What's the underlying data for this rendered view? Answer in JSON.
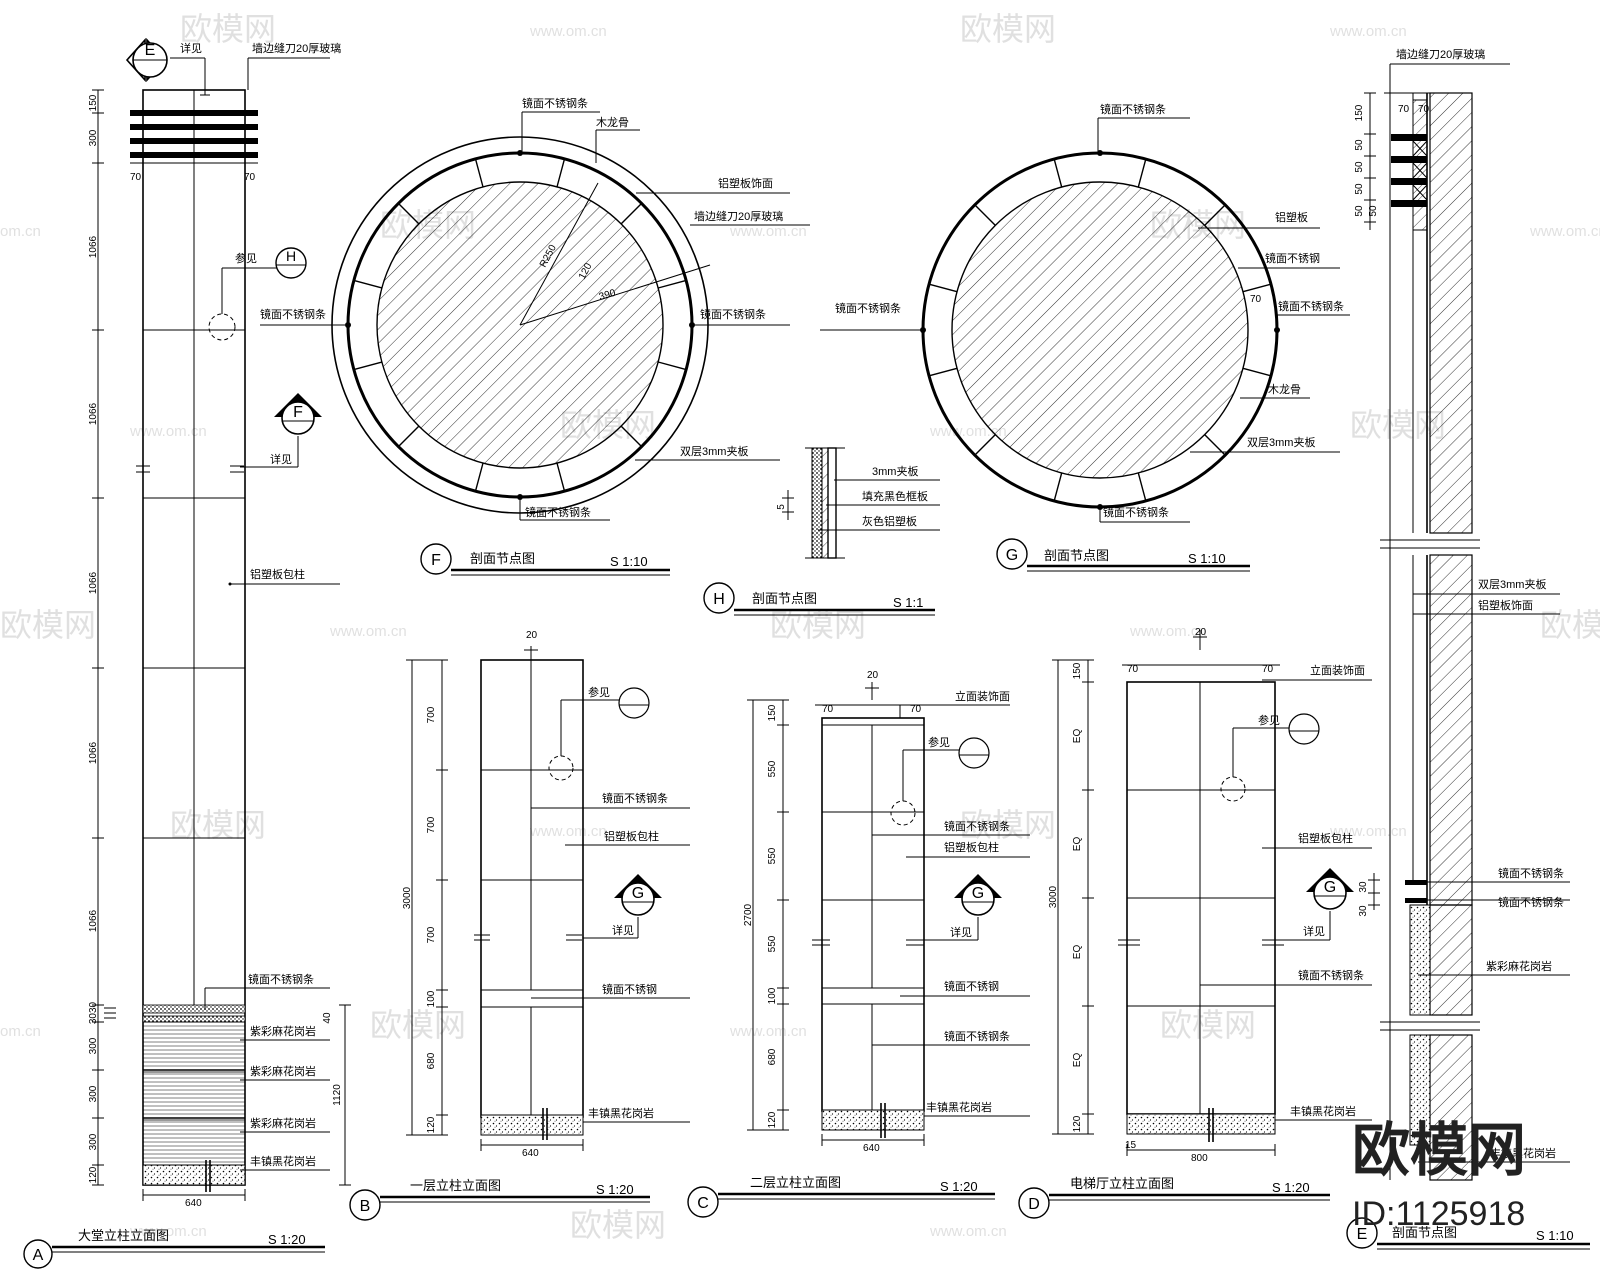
{
  "watermarks": {
    "brand_cn": "欧模网",
    "site_url": "www.om.cn",
    "domain_short": "om.cn"
  },
  "brand": {
    "logo_text": "欧模网",
    "id_text": "ID:1125918"
  },
  "drawings": {
    "A": {
      "marker": "A",
      "title": "大堂立柱立面图",
      "scale": "S 1:20",
      "dims_left": [
        "150",
        "300",
        "1066",
        "1066",
        "1066",
        "1066",
        "1066",
        "3030",
        "300",
        "300",
        "300",
        "120"
      ],
      "dim_70": "70",
      "dim_1120": "1120",
      "dim_40": "40",
      "width": "640",
      "labels": {
        "ref_e": "详见",
        "top_finish": "墙边缝刀20厚玻璃",
        "ref_h": "参见",
        "ref_f": "详见",
        "column_wrap": "铝塑板包柱",
        "strip": "镜面不锈钢条",
        "granite_1": "紫彩麻花岗岩",
        "granite_2": "紫彩麻花岗岩",
        "granite_3": "紫彩麻花岗岩",
        "base_granite": "丰镇黑花岗岩"
      },
      "symbol_e": "E",
      "symbol_h": "H",
      "symbol_f": "F"
    },
    "F": {
      "marker": "F",
      "title": "剖面节点图",
      "scale": "S 1:10",
      "radius_labels": [
        "R250",
        "120",
        "390"
      ],
      "labels": {
        "strip_top": "镜面不锈钢条",
        "wood_keel": "木龙骨",
        "aluminum": "铝塑板饰面",
        "glass": "墙边缝刀20厚玻璃",
        "strip_left": "镜面不锈钢条",
        "strip_right": "镜面不锈钢条",
        "plywood": "双层3mm夹板",
        "strip_bottom": "镜面不锈钢条"
      }
    },
    "G": {
      "marker": "G",
      "title": "剖面节点图",
      "scale": "S 1:10",
      "dim_70": "70",
      "labels": {
        "strip_top": "镜面不锈钢条",
        "aluminum": "铝塑板",
        "strip_1": "镜面不锈钢",
        "strip_2": "镜面不锈钢条",
        "strip_left": "镜面不锈钢条",
        "wood_keel": "木龙骨",
        "plywood": "双层3mm夹板",
        "strip_bottom": "镜面不锈钢条"
      }
    },
    "H": {
      "marker": "H",
      "title": "剖面节点图",
      "scale": "S 1:1",
      "dim_5": "5",
      "labels": {
        "plywood": "3mm夹板",
        "panel": "填充黑色框板",
        "aluminum": "灰色铝塑板"
      }
    },
    "B": {
      "marker": "B",
      "title": "一层立柱立面图",
      "scale": "S 1:20",
      "dims_left": [
        "700",
        "700",
        "700",
        "100",
        "680",
        "120"
      ],
      "total": "3000",
      "width": "640",
      "top_dim": "20",
      "labels": {
        "ref": "参见",
        "strip": "镜面不锈钢条",
        "wrap": "铝塑板包柱",
        "detail": "详见",
        "steel": "镜面不锈钢",
        "base": "丰镇黑花岗岩"
      },
      "symbol_g": "G"
    },
    "C": {
      "marker": "C",
      "title": "二层立柱立面图",
      "scale": "S 1:20",
      "dims_left": [
        "150",
        "550",
        "550",
        "550",
        "100",
        "680",
        "120"
      ],
      "total": "2700",
      "width": "640",
      "top_dim": "20",
      "dim_70_left": "70",
      "dim_70_right": "70",
      "labels": {
        "top_finish": "立面装饰面",
        "ref": "参见",
        "strip": "镜面不锈钢条",
        "wrap": "铝塑板包柱",
        "detail": "详见",
        "steel": "镜面不锈钢",
        "strip_2": "镜面不锈钢条",
        "base": "丰镇黑花岗岩"
      },
      "symbol_g": "G"
    },
    "D": {
      "marker": "D",
      "title": "电梯厅立柱立面图",
      "scale": "S 1:20",
      "dims_left": [
        "150",
        "EQ",
        "EQ",
        "EQ",
        "EQ",
        "120"
      ],
      "total": "3000",
      "width": "800",
      "top_dim": "20",
      "dim_70_left": "70",
      "dim_70_right": "70",
      "dim_15": "15",
      "labels": {
        "top_finish": "立面装饰面",
        "ref": "参见",
        "wrap": "铝塑板包柱",
        "detail": "详见",
        "strip": "镜面不锈钢条",
        "base": "丰镇黑花岗岩"
      },
      "symbol_g": "G"
    },
    "E": {
      "marker": "E",
      "title": "剖面节点图",
      "scale": "S 1:10",
      "dims_top": [
        "70",
        "70"
      ],
      "dims_left": [
        "150",
        "50",
        "50",
        "50",
        "50"
      ],
      "dims_low": [
        "30",
        "30"
      ],
      "dim_50": "50",
      "labels": {
        "top_finish": "墙边缝刀20厚玻璃",
        "plywood": "双层3mm夹板",
        "aluminum": "铝塑板饰面",
        "strip_1": "镜面不锈钢条",
        "strip_2": "镜面不锈钢条",
        "granite": "紫彩麻花岗岩",
        "base": "丰镇黑花岗岩"
      }
    }
  }
}
